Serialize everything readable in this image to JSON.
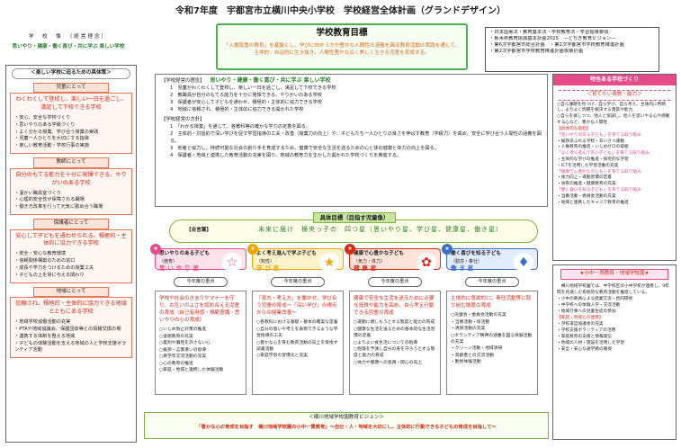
{
  "title": "令和7年度　宇都宮市立横川中央小学校　学校経営全体計画（グランドデザイン）",
  "motto": {
    "label": "学　校　像　（経営理念）",
    "text": "思いやり・健康・働く喜び・共に学ぶ 楽しい学校"
  },
  "mission": {
    "heading": "学校教育目標",
    "body": "「人権尊重の教育」を基盤とし、学びに向かう力や豊かな人間性の涵養を図る教育活動の実践を通して、主体的・自治的に生き抜き、人間性豊かな広く美しく生きる児童を育成する。"
  },
  "info": [
    "・日本国憲法・教育基本法・学校教育法・学習指導要領",
    "・栃木県教育振興基本計画2025　―とちぎ教育ビジョン―",
    "・第6次宇都宮市総合計画　・第2次宇都宮市学校教育推進計画",
    "・第2次宇都宮市学校教育推進計画後期計画"
  ],
  "left": {
    "heading": "＜楽しい学校に迫るための具体策＞",
    "sections": [
      {
        "head": "児童にとって",
        "red": "わくわくして登校し、楽しい一日を過ごし、満足して下校できる学校",
        "items": [
          "・安心、安全な学校づくり",
          "・思いやりのある学級づくり",
          "・よく分かる授業、学び合う授業の実践",
          "・児童一人ひとりを大切にする指導",
          "・楽しい教育活動・学校行事の実施"
        ]
      },
      {
        "head": "教師にとって",
        "red": "自分のもてる能力を十分に発揮できる、やりがいのある学校",
        "items": [
          "・温かい職員室づくり",
          "・心理的安全性が保障される職場",
          "・働き方改革を行って元気に勤め合う職場"
        ]
      },
      {
        "head": "保護者にとって",
        "red": "安心して子どもを通わせられる、積極的・主体的に協力できる学校",
        "items": [
          "・安全・安心な教育環境",
          "・信頼関係構築のための窓口",
          "・成長や学力をつけるための授業工夫",
          "・子どもの上を常に与える関わり"
        ]
      },
      {
        "head": "地域にとって",
        "red": "信頼され、積極的・主体的に協力できる地域とともにある学校",
        "items": [
          "・地域学校協働活動の充実",
          "・PTAや地域協議会、保護団体等との情報交換の場",
          "・連携する体制を整える地域",
          "・子どもの体験活動を支える地域の人と学校支援ボランティア活動"
        ]
      }
    ]
  },
  "principles": {
    "label1": "【学校経営の理念】",
    "motto": "思いやり・健康・働く喜び・共に学ぶ 楽しい学校",
    "items1": [
      "1　児童がわくわくして登校し、楽しい一日を過ごし、満足して下校できる学校",
      "2　教職員が自分のもてる能力を十分に発揮できる、やりがいのある学校",
      "3　保護者が安心して子どもを通わせ、積極的・主体的に協力できる学校",
      "4　地域に信頼され、積極的・主体的に協力できる開かれた学校"
    ],
    "label2": "【学校経営の方針】",
    "items2": [
      "1　「わかる授業」を通じて、各教科等の確かな学力の定着を図る。",
      "2　主体的・対話的で深い学びを促す学習指導の工夫・改善（授業力の向上）や、子どもたち一人ひとりの良さを伸ばす教育（学級力）を高め、安全に学び合う人間性の涵養を図る。",
      "3　他者と協力し、持続可能な社会の創り手を育成するため、健康で安全な生活を送るための心と体の健康と体力の向上を図る。",
      "4　保護者・地域と連携した教育活動の充実を図り、地域の教育力を生かした開かれた学校づくりを推進する。"
    ]
  },
  "right": {
    "heading": "特色ある学校づくり",
    "sub": "＜育てたい資質・能力＞",
    "items": [
      {
        "cls": "",
        "t": "○自ら課題を見つけ、自ら学び、自ら考え、主体的に判断し、よりよく問題を解決する資質や能力"
      },
      {
        "cls": "",
        "t": "○自らを律しつつ、他人と協調し、他人を思いやる心や感動する心など、豊かな人間性"
      },
      {
        "cls": "lab",
        "t": "【具体的な取組】"
      },
      {
        "cls": "pink",
        "t": "「思いやりのある子ども」を育てる取り組み"
      },
      {
        "cls": "",
        "t": "・挨拶あふれる学校・あいさつ運動"
      },
      {
        "cls": "",
        "t": "・人権教育の推進・いじめゼロの取組"
      },
      {
        "cls": "pink",
        "t": "「よく考え進んで学ぶ子ども」を育てる取り組み"
      },
      {
        "cls": "",
        "t": "・主体的な学びの推進・探究的な学習"
      },
      {
        "cls": "",
        "t": "・ICTを活用した学習活動の充実"
      },
      {
        "cls": "pink",
        "t": "「健康で心豊かな子ども」を育てる取り組み"
      },
      {
        "cls": "",
        "t": "・体力向上・運動習慣の定着"
      },
      {
        "cls": "",
        "t": "・食育の推進・健康教育の充実"
      },
      {
        "cls": "pink",
        "t": "「働く喜びを知る子ども」を育てる取り組み"
      },
      {
        "cls": "",
        "t": "・当番活動・委員会活動の充実"
      },
      {
        "cls": "",
        "t": "・地域と連携したキャリア教育の推進"
      }
    ]
  },
  "goal": {
    "heading": "具体目標（目指す児童像）",
    "tag": "【合言葉】",
    "text": "未来に届け　横央っ子の　四つ星（思いやり星、学び星、健康星、働き星）"
  },
  "columns": [
    {
      "title": "思いやりのある子ども",
      "kw": "（徳育）",
      "big": "思いやり星",
      "color": "#e84b8a",
      "bg": "#fde2ec",
      "glyph": "☆",
      "goal": "今年度の重点",
      "hl": "学校や社会のきまりやマナーを守り、お互いのよさを認め合える児童の育成（自己有用感・規範意識・思いやりの心の育成）",
      "items": [
        "○いじめ防止対策の推進",
        "○道徳教育の充実",
        "○差別や偏見を許さない心",
        "○挨拶・言葉遣いの指導",
        "○異学年交流活動の充実",
        "○心の教育の推進",
        "○家庭・地域と連携した体験活動"
      ]
    },
    {
      "title": "よく考え進んで学ぶ子ども",
      "kw": "（知性）",
      "big": "学び星",
      "color": "#f0a500",
      "bg": "#fff3cc",
      "glyph": "★",
      "goal": "今年度の重点",
      "hl": "「見方・考え方」を働かせ、学び合う児童の育成〜「深い学び」の視点からの授業改善〜",
      "items": [
        "○各教科における基礎・基本の確実な定着",
        "○自分の思いや考えを表現できるような学習指導の工夫",
        "○豊かな心を育む教育活動の向上を目指す読書活動",
        "○家庭学習の習慣化と充実"
      ]
    },
    {
      "title": "健康で心豊かな子ども",
      "kw": "（気力・体力）",
      "big": "健康星",
      "color": "#d62c1a",
      "bg": "#fde4d8",
      "glyph": "✿",
      "goal": "今年度の重点",
      "hl": "健康で安全な生活を送るために必要な資質や能力を高め、自ら考え行動できる児童の育成",
      "items": [
        "○運動に親しもうとする態度と能力の育成",
        "○健康な生活を送るための基本的な生活習慣の定着",
        "○よりよい食生活についての指導",
        "○危険を予測し自分の身を守ろうとする態度と能力の育成",
        "○体力や健康への意識・関心の向上"
      ]
    },
    {
      "title": "働く喜びを知る子ども",
      "kw": "（勤労・奉仕）",
      "big": "働き星",
      "color": "#3b6fc9",
      "bg": "#e2ecfb",
      "glyph": "♦",
      "goal": "今年度の重点",
      "hl": "主体的に意欲的に、奉仕活動等に取り組む態度の育成",
      "items": [
        "○児童会・委員会活動の充実",
        "・当番活動・係活動",
        "・清掃活動の充実",
        "○ボランティア精神の涵養を図る体験活動の充実",
        "・クリーン活動・地域清掃",
        "・高齢者との交流活動",
        "・勤労体験活動"
      ]
    }
  ],
  "vision": {
    "heading": "＜横川地域学校園教育ビジョン＞",
    "body": "「豊かな心の育成を目指す　横川地域学校園の小中一貫教育」〜自分・人・地域を大切にし、主体的に行動できる子どもの育成を目指して〜"
  },
  "pta": {
    "heading": "★小中一貫教育・地域学校園★",
    "items": [
      {
        "cls": "",
        "t": "　横川地域学校園では、中学校区の小中学校が連携し、9年間を見通した系統的な教育活動を推進している。"
      },
      {
        "cls": "",
        "t": "・小中の教員による授業交流・合同研修"
      },
      {
        "cls": "",
        "t": "・中学校への体験入学・交流活動"
      },
      {
        "cls": "",
        "t": "・地域行事への児童生徒の参加"
      },
      {
        "cls": "red",
        "t": "【家庭・地域との連携】"
      },
      {
        "cls": "",
        "t": "・学校運営協議会の充実"
      },
      {
        "cls": "",
        "t": "・学校支援ボランティアの活用"
      },
      {
        "cls": "",
        "t": "・家庭教育の支援と情報発信"
      },
      {
        "cls": "",
        "t": "・地域の人材・施設を活用した学習"
      },
      {
        "cls": "",
        "t": "・安全・安心な通学路の確保"
      }
    ]
  }
}
